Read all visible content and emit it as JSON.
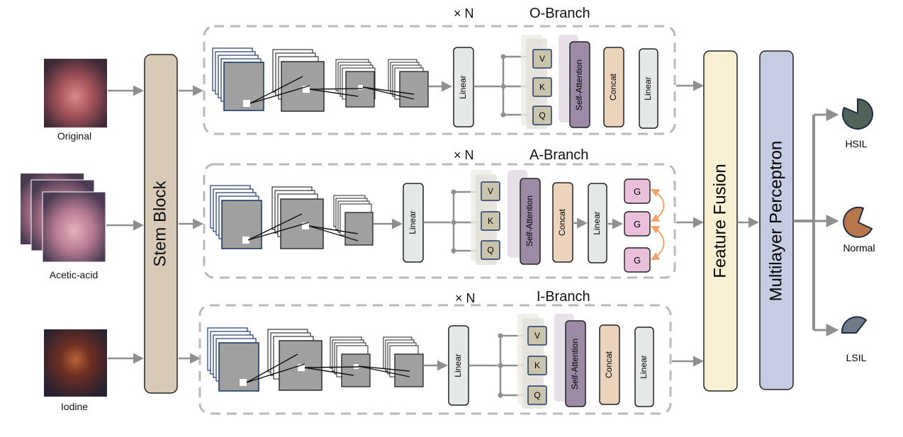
{
  "inputs": [
    {
      "label": "Original"
    },
    {
      "label": "Acetic-acid"
    },
    {
      "label": "Iodine"
    }
  ],
  "stem": {
    "label": "Stem Block"
  },
  "branches": [
    {
      "title": "O-Branch",
      "repeat": "× N",
      "linear1": "Linear",
      "v": "V",
      "k": "K",
      "q": "Q",
      "attention": "Self-Attention",
      "concat": "Concat",
      "linear2": "Linear"
    },
    {
      "title": "A-Branch",
      "repeat": "× N",
      "linear1": "Linear",
      "v": "V",
      "k": "K",
      "q": "Q",
      "attention": "Self-Attention",
      "concat": "Concat",
      "linear2": "Linear",
      "gates": [
        "G",
        "G",
        "G"
      ]
    },
    {
      "title": "I-Branch",
      "repeat": "× N",
      "linear1": "Linear",
      "v": "V",
      "k": "K",
      "q": "Q",
      "attention": "Self-Attention",
      "concat": "Concat",
      "linear2": "Linear"
    }
  ],
  "fusion": {
    "label": "Feature Fusion"
  },
  "mlp": {
    "label": "Multilayer Perceptron"
  },
  "outputs": [
    {
      "label": "HSIL",
      "color": "#4f6358"
    },
    {
      "label": "Normal",
      "color": "#b8774a"
    },
    {
      "label": "LSIL",
      "color": "#6f7a86"
    }
  ],
  "colors": {
    "stem": "#d8cab7",
    "fusion": "#f8f0d2",
    "mlp": "#c6cde2",
    "attention": "#9d8aa6",
    "concat": "#ecd3bc",
    "linear": "#e4e8e6",
    "qkv": "#cac4ad",
    "gate": "#e9bfdc",
    "gate_arrow": "#f0a46a",
    "arrow": "#8f8f8f",
    "dash": "#b9b9b9"
  }
}
